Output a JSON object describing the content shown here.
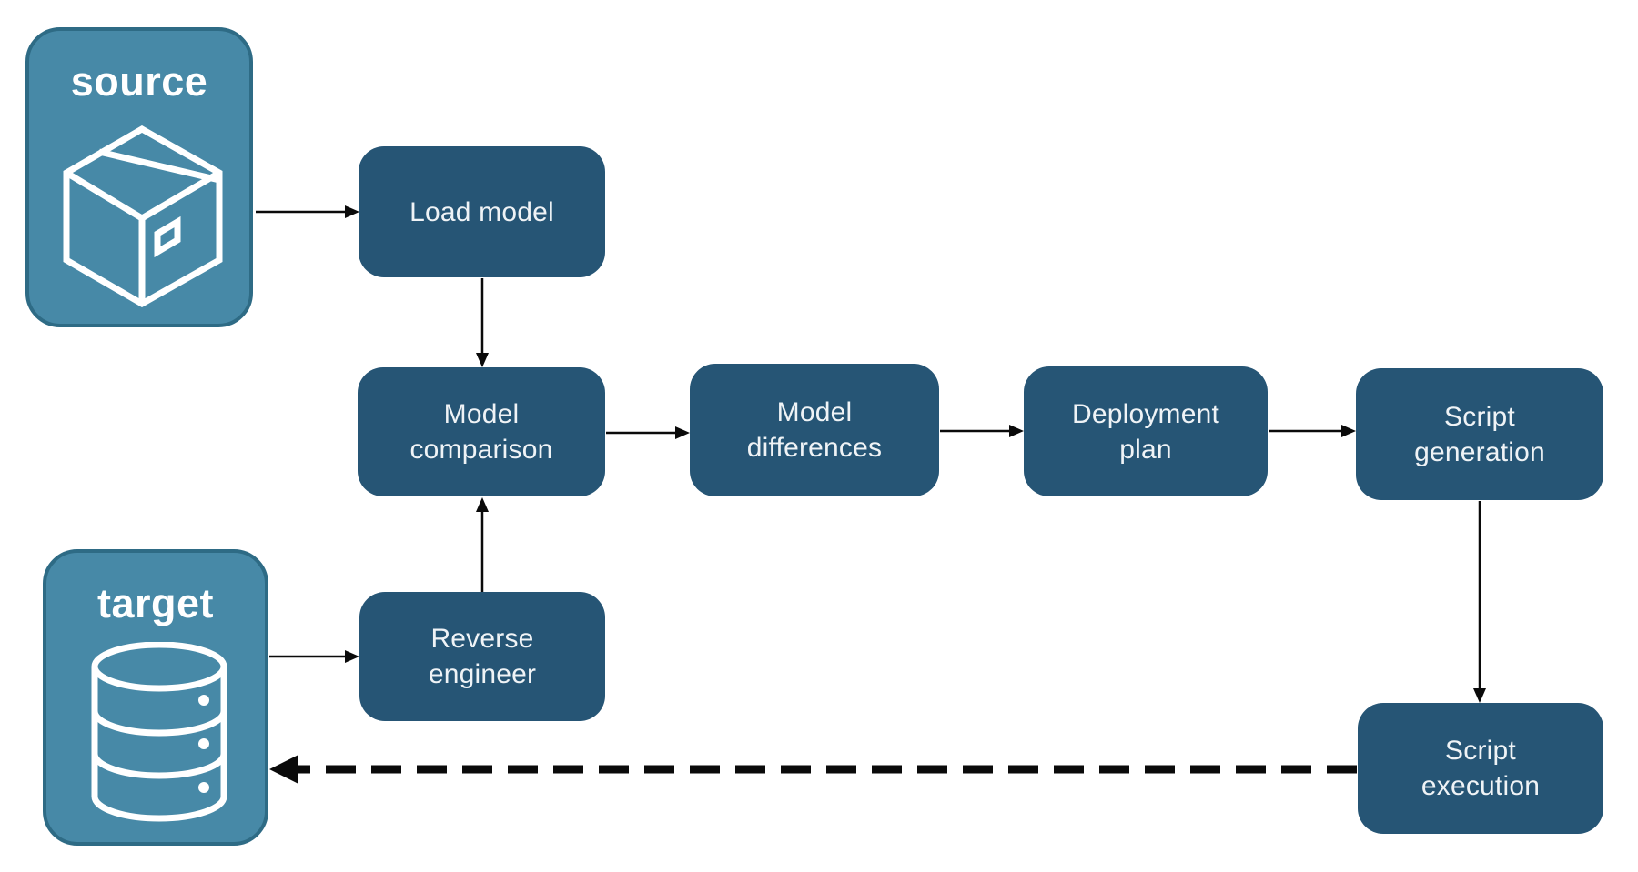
{
  "diagram": {
    "colors": {
      "background": "#ffffff",
      "node_fill": "#265575",
      "node_text": "#eff3f6",
      "endpoint_fill": "#4789A7",
      "endpoint_border": "#2E6B85",
      "endpoint_text": "#ffffff",
      "arrow": "#0a0a0a",
      "icon_stroke": "#ffffff"
    },
    "endpoints": [
      {
        "id": "source",
        "label": "source",
        "icon": "package-icon"
      },
      {
        "id": "target",
        "label": "target",
        "icon": "database-icon"
      }
    ],
    "nodes": [
      {
        "id": "load-model",
        "label": "Load model"
      },
      {
        "id": "model-comparison",
        "label": "Model comparison"
      },
      {
        "id": "model-differences",
        "label": "Model differences"
      },
      {
        "id": "deployment-plan",
        "label": "Deployment plan"
      },
      {
        "id": "script-generation",
        "label": "Script generation"
      },
      {
        "id": "reverse-engineer",
        "label": "Reverse engineer"
      },
      {
        "id": "script-execution",
        "label": "Script execution"
      }
    ],
    "edges": [
      {
        "from": "source",
        "to": "load-model",
        "style": "solid"
      },
      {
        "from": "load-model",
        "to": "model-comparison",
        "style": "solid"
      },
      {
        "from": "model-comparison",
        "to": "model-differences",
        "style": "solid"
      },
      {
        "from": "model-differences",
        "to": "deployment-plan",
        "style": "solid"
      },
      {
        "from": "deployment-plan",
        "to": "script-generation",
        "style": "solid"
      },
      {
        "from": "script-generation",
        "to": "script-execution",
        "style": "solid"
      },
      {
        "from": "reverse-engineer",
        "to": "model-comparison",
        "style": "solid"
      },
      {
        "from": "target",
        "to": "reverse-engineer",
        "style": "solid"
      },
      {
        "from": "script-execution",
        "to": "target",
        "style": "dashed"
      }
    ]
  }
}
